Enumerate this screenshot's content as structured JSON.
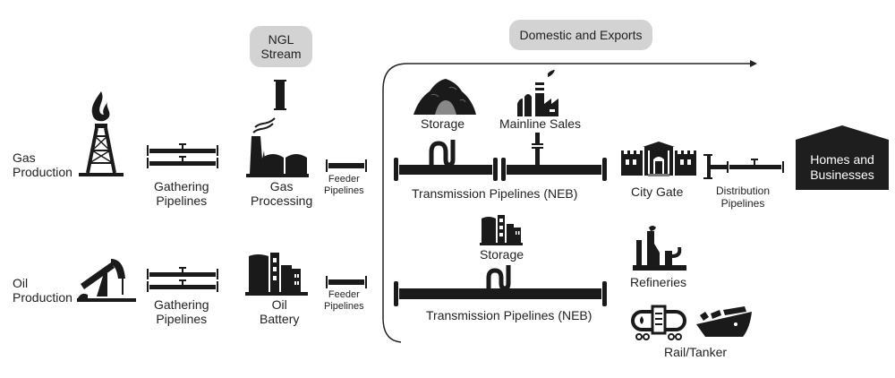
{
  "diagram": {
    "boxes": {
      "ngl_stream": "NGL\nStream",
      "domestic_exports": "Domestic and Exports",
      "homes_businesses": "Homes and\nBusinesses"
    },
    "gas_row": {
      "production": [
        "Gas",
        "Production"
      ],
      "gathering": [
        "Gathering",
        "Pipelines"
      ],
      "processing": [
        "Gas",
        "Processing"
      ],
      "feeder": [
        "Feeder",
        "Pipelines"
      ]
    },
    "oil_row": {
      "production": [
        "Oil",
        "Production"
      ],
      "gathering": [
        "Gathering",
        "Pipelines"
      ],
      "battery": [
        "Oil",
        "Battery"
      ],
      "feeder": [
        "Feeder",
        "Pipelines"
      ]
    },
    "downstream_gas": {
      "storage": "Storage",
      "mainline_sales": "Mainline Sales",
      "transmission": "Transmission Pipelines (NEB)",
      "city_gate": "City Gate",
      "distribution": [
        "Distribution",
        "Pipelines"
      ]
    },
    "downstream_oil": {
      "storage": "Storage",
      "transmission": "Transmission Pipelines (NEB)",
      "refineries": "Refineries",
      "rail_tanker": "Rail/Tanker"
    },
    "colors": {
      "icon": "#1a1a1a",
      "box_grey": "#d3d3d3",
      "house": "#1e1e1e"
    }
  }
}
